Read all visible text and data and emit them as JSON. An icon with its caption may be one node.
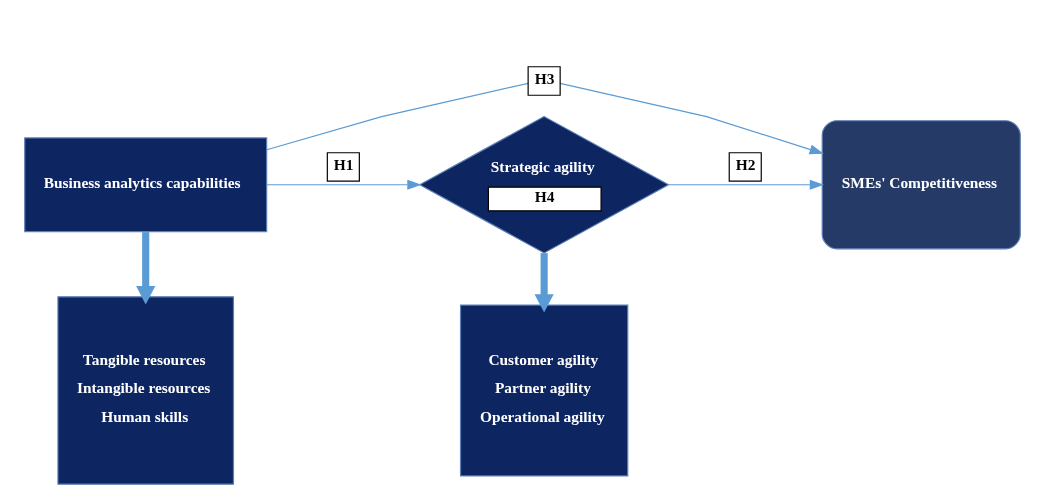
{
  "diagram": {
    "nodes": [
      {
        "text": [
          "Business analytics capabilities"
        ]
      },
      {
        "text": [
          "Tangible resources",
          "Intangible resources",
          "Human skills"
        ]
      },
      {
        "text": [
          "Strategic agility",
          "H4"
        ]
      },
      {
        "text": [
          "Customer agility",
          "Partner agility",
          "Operational agility"
        ]
      },
      {
        "text": [
          "SMEs' Competitiveness"
        ]
      }
    ],
    "edges": [
      {
        "from": 0,
        "to": 2,
        "arrow": "to",
        "label": "H1"
      },
      {
        "from": 2,
        "to": 4,
        "arrow": "to",
        "label": "H2"
      },
      {
        "from": 0,
        "to": 4,
        "arrow": "to",
        "label": "H3"
      },
      {
        "from": 0,
        "to": 1,
        "arrow": "to",
        "style": "thick",
        "color": "#5b9bd5"
      },
      {
        "from": 2,
        "to": 3,
        "arrow": "to",
        "style": "thick",
        "color": "#5b9bd5"
      }
    ]
  }
}
